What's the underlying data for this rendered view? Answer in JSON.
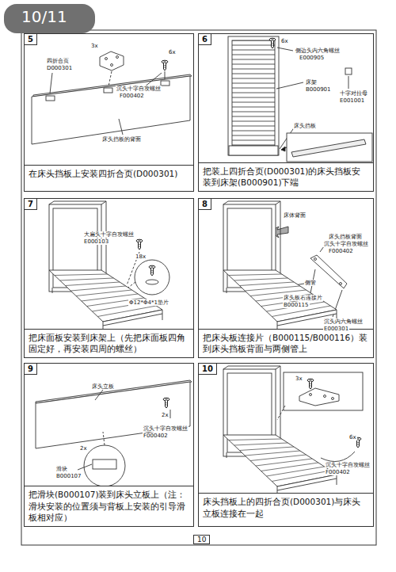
{
  "diagram": {
    "nodes": [
      {
        "text": [
          "5"
        ]
      },
      {
        "text": [
          "在床头挡板上安装四折合页(D000301)"
        ],
        "in": 0
      },
      {
        "text": [
          "6"
        ]
      },
      {
        "text": [
          "把装上四折合页(D000301)的床头挡板安装到床架(B000901)下端"
        ],
        "in": 2
      },
      {
        "text": [
          "7"
        ]
      },
      {
        "text": [
          "把床面板安装到床架上（先把床面板四角固定好，再安装四周的螺丝）"
        ],
        "in": 4
      },
      {
        "text": [
          "8"
        ]
      },
      {
        "text": [
          "把床头板连接片（B000115/B000116）装到床头挡板背面与两侧管上"
        ],
        "in": 6
      },
      {
        "text": [
          "9"
        ]
      },
      {
        "text": [
          "把滑块(B000107)装到床头立板上（注：滑块安装的位置须与背板上安装的引导滑板相对应）"
        ],
        "in": 8
      },
      {
        "text": [
          "10"
        ]
      },
      {
        "text": [
          "床头挡板上的四折合页(D000301)与床头立板连接在一起"
        ],
        "in": 10
      }
    ],
    "labels": [
      "10/11",
      "3x",
      "四折合页",
      "D000301",
      "6x",
      "沉头十字自攻螺丝",
      "F000402",
      "床头挡板的背面",
      "6x",
      "侧边头内六角螺丝",
      "E000905",
      "床架",
      "B000901",
      "十字对拉母",
      "E001001",
      "床头挡板",
      "大扁头十字自攻螺丝",
      "E000103",
      "18x",
      "Φ12*Φ4*1垫片",
      "床体背面",
      "床头挡板背面",
      "沉头十字自攻螺丝",
      "F000402",
      "侧管",
      "床头板右连接片",
      "B000115",
      "沉头内六角螺丝",
      "E000301",
      "床头立板",
      "2x",
      "沉头十字自攻螺丝",
      "F000402",
      "2x",
      "滑块",
      "B000107",
      "3x",
      "6x",
      "沉头十字自攻螺丝",
      "F000402",
      "10"
    ]
  }
}
